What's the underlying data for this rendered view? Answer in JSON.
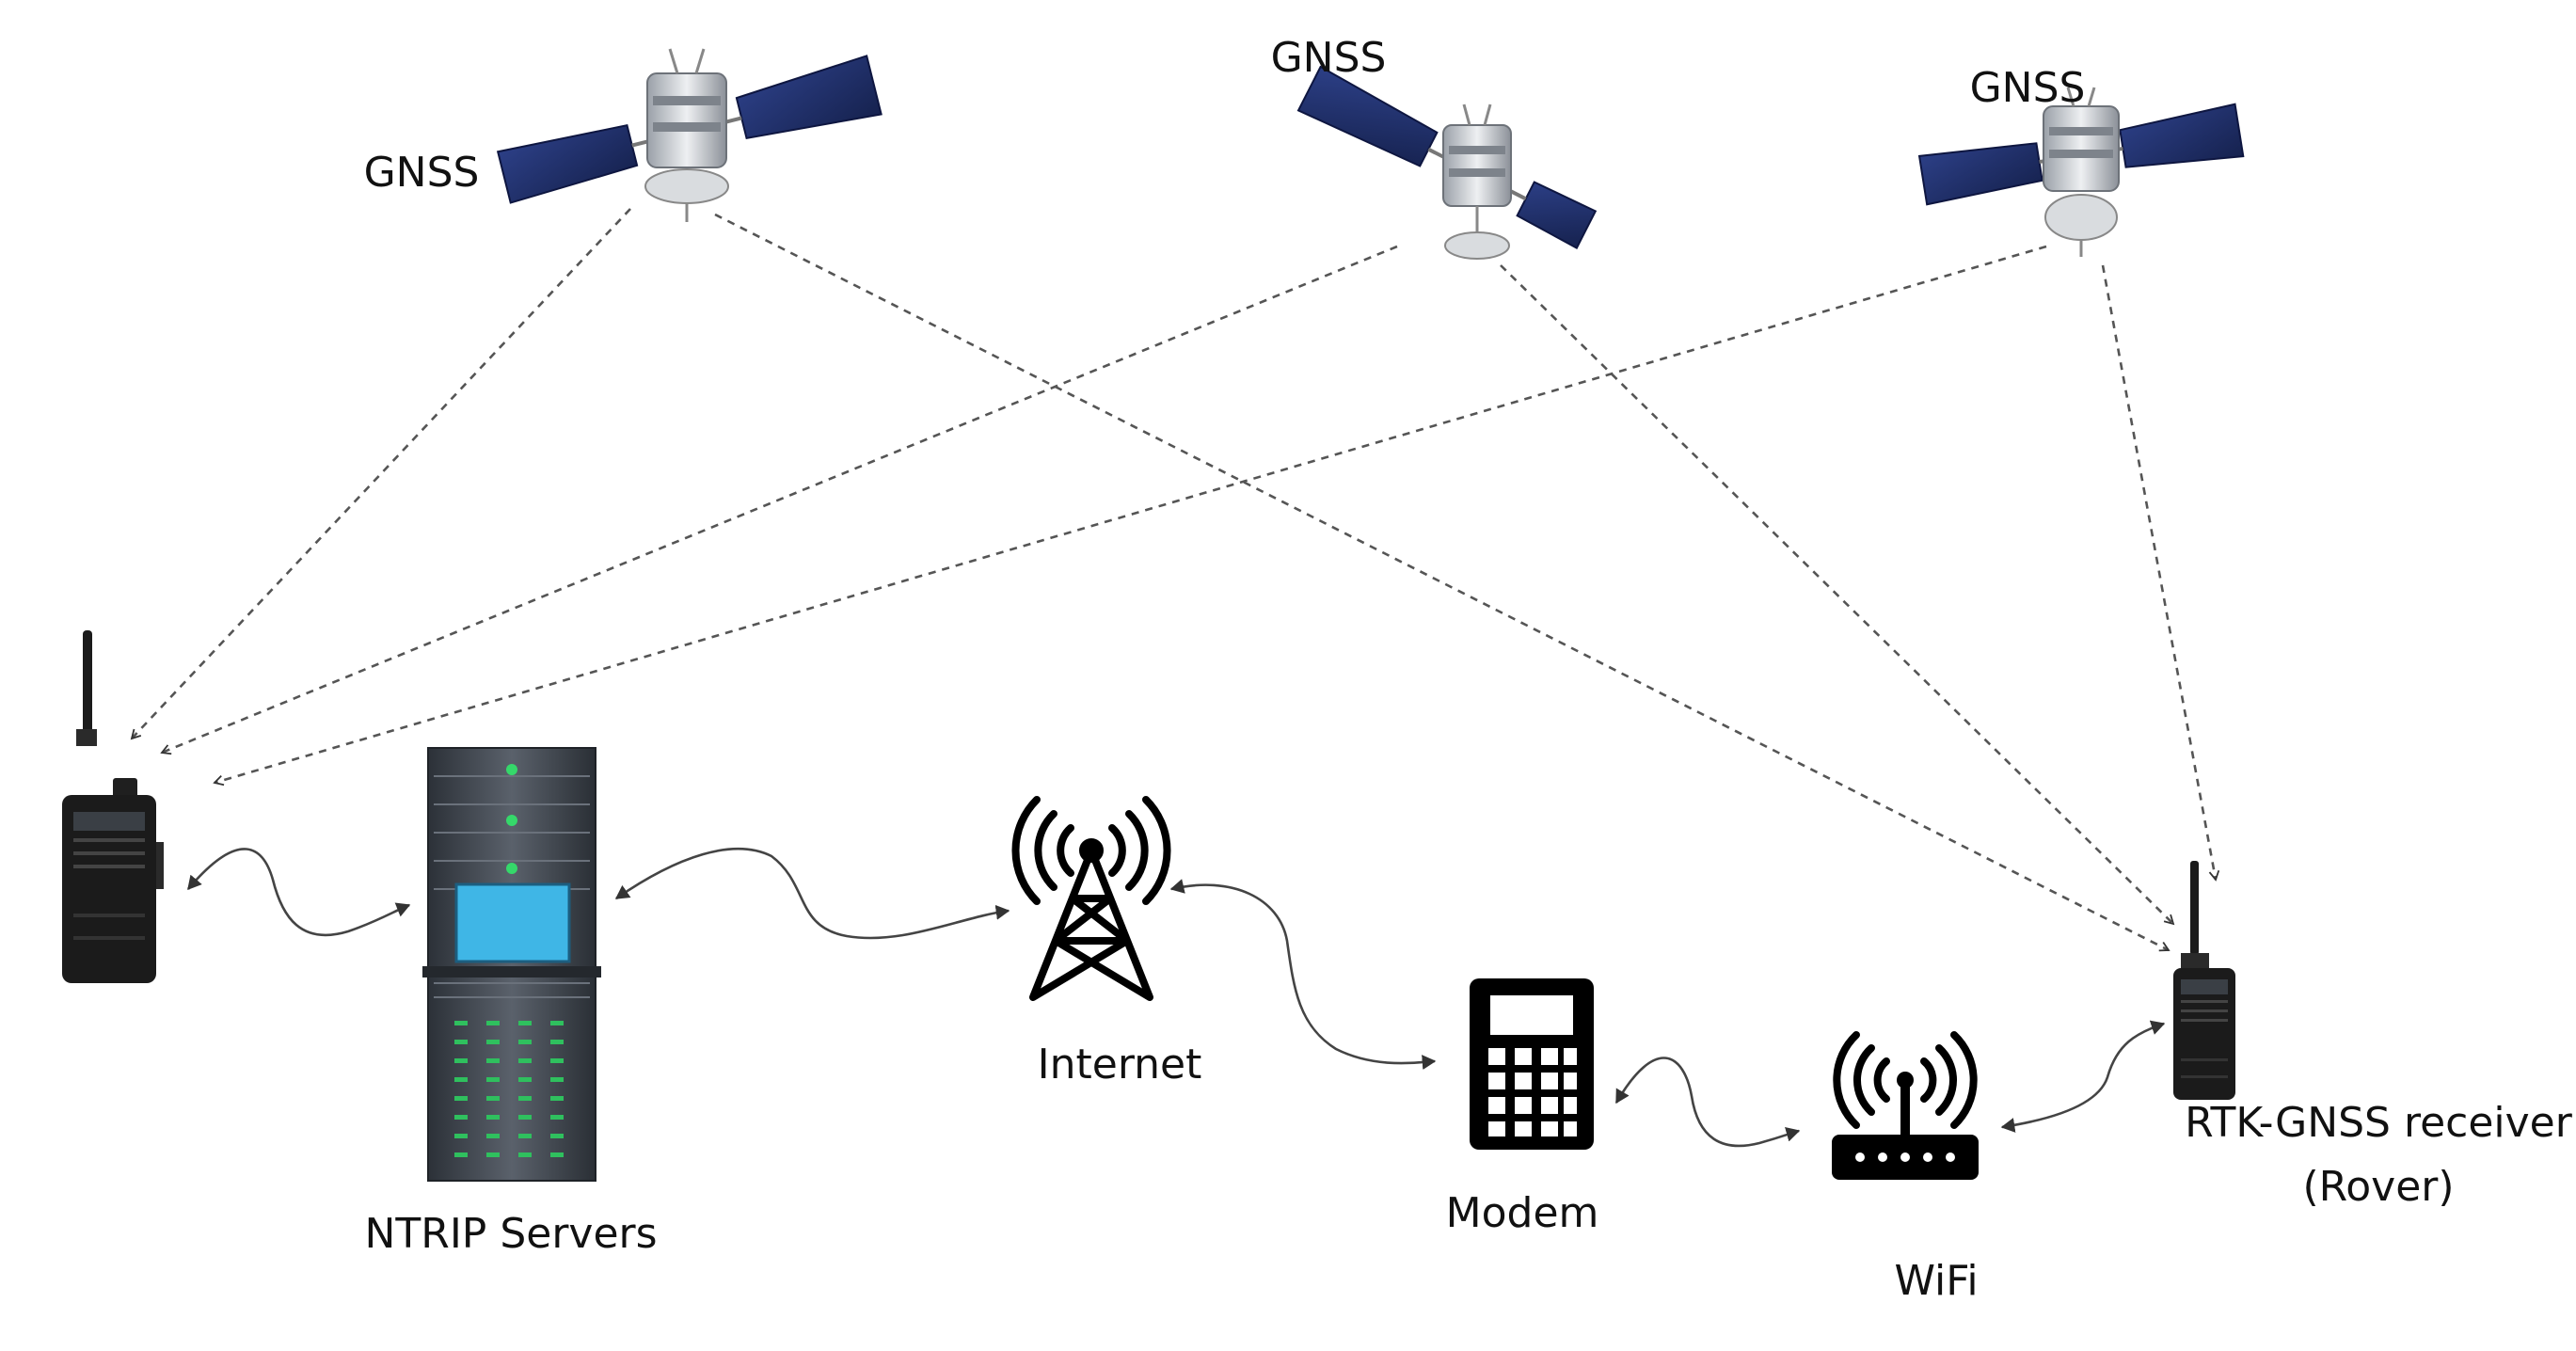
{
  "labels": {
    "gnss_1": "GNSS",
    "gnss_2": "GNSS",
    "gnss_3": "GNSS",
    "ntrip_servers": "NTRIP Servers",
    "internet": "Internet",
    "modem": "Modem",
    "wifi": "WiFi",
    "rover_line1": "RTK-GNSS receiver",
    "rover_line2": "(Rover)"
  },
  "colors": {
    "solar_panel": "#1f2f6b",
    "satellite_body": "#cfd3d8",
    "server_body": "#3e444c",
    "server_screen": "#3fb6e6",
    "server_led": "#35d86a",
    "radio": "#1b1b1b",
    "icon": "#000000",
    "link_line": "#444444"
  }
}
